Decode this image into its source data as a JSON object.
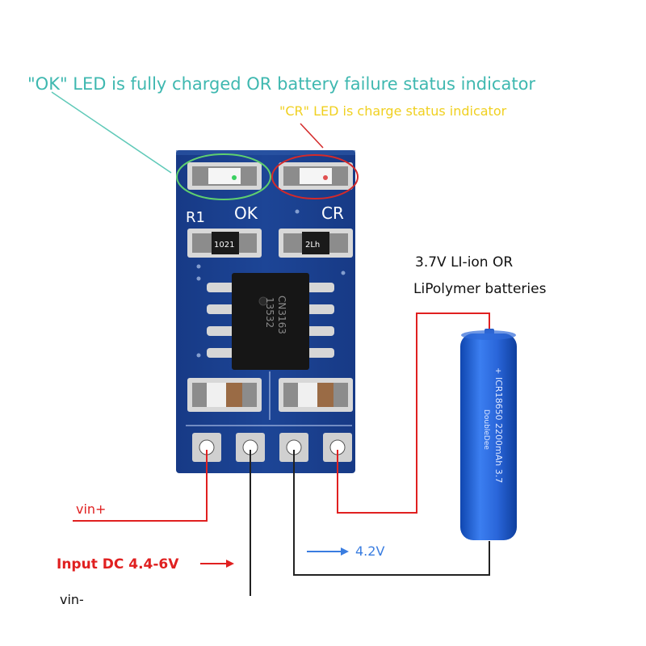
{
  "annotations": {
    "ok_led": "\"OK\" LED is fully charged OR battery failure status indicator",
    "cr_led": "\"CR\" LED is charge status indicator",
    "battery_line1": "3.7V LI-ion OR",
    "battery_line2": "LiPolymer batteries",
    "vin_plus": "vin+",
    "input_dc": "Input DC 4.4-6V",
    "vin_minus": "vin-",
    "output_voltage": "4.2V"
  },
  "board": {
    "label_r1": "R1",
    "label_ok": "OK",
    "label_cr": "CR",
    "resistor_left": "1021",
    "resistor_right": "2Lh",
    "chip_line1": "CN3163",
    "chip_line2": "13532"
  },
  "battery": {
    "line1": "+",
    "line2": "ICR18650 2200mAh 3.7",
    "line3": "DoubleDee"
  },
  "colors": {
    "ok_text": "#3fb8b0",
    "cr_text": "#f0d020",
    "ok_circle": "#5fcf6f",
    "cr_circle": "#d42a2a",
    "pcb": "#1a3f8c",
    "wire_red": "#e02020",
    "wire_black": "#222222",
    "arrow_blue": "#3a7de0",
    "battery": "#1f5fd0"
  }
}
